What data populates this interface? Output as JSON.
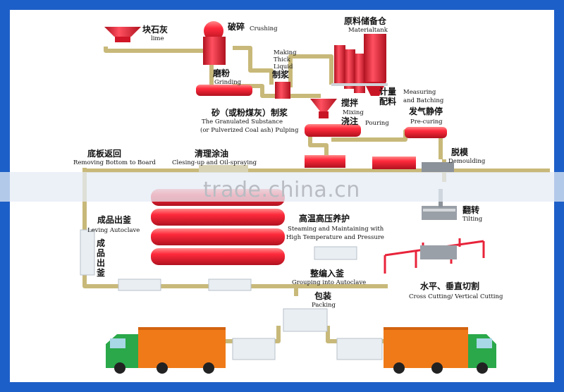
{
  "labels": {
    "lime_cn": "块石灰",
    "lime_en": "lime",
    "crushing_cn": "破碎",
    "crushing_en": "Crushing",
    "material_cn": "原料储备仓",
    "material_en": "Materialtank",
    "grinding_cn": "磨粉",
    "grinding_en": "Grinding",
    "liquid_en1": "Making",
    "liquid_en2": "Thick",
    "liquid_en3": "Liquid",
    "liquid_cn": "制浆",
    "measuring_cn1": "计量",
    "measuring_cn2": "配料",
    "measuring_en1": "Measuring",
    "measuring_en2": "and Batching",
    "sand_cn": "砂（或粉煤灰）制浆",
    "sand_en1": "The Granulated Substance",
    "sand_en2": "(or Pulverized Coal ash) Pulping",
    "mixing_cn1": "搅拌",
    "mixing_cn2": "浇注",
    "mixing_en1": "Mixing",
    "mixing_en2": "Pouring",
    "precuring_cn": "发气静停",
    "precuring_en": "Pre-curing",
    "bottom_cn": "底板返回",
    "bottom_en": "Removing Bottom to Board",
    "oil_cn": "清理涂油",
    "oil_en": "Clesing-up and Oil-spraying",
    "demould_cn": "脱模",
    "demould_en": "Demoulding",
    "autoclave_out_cn": "成品出釜",
    "autoclave_out_en": "Leving Autoclave",
    "autoclave_vertical_cn": "成品出釜",
    "tilting_cn": "翻转",
    "tilting_en": "Tilting",
    "steam_cn": "高温高压养护",
    "steam_en1": "Steaming and Maintaining with",
    "steam_en2": "High Temperature and Pressure",
    "grouping_cn": "整编入釜",
    "grouping_en": "Grouping into Autoclave",
    "cutting_cn": "水平、垂直切割",
    "cutting_en": "Cross Cutting/ Vertical Cutting",
    "packing_cn": "包装",
    "packing_en": "Packing"
  },
  "watermark": "trade.china.cn",
  "colors": {
    "frame": "#1d5fc8",
    "pipe": "#c8b97a",
    "red": "#e8233a",
    "truck_cab": "#2aa84a",
    "truck_box": "#f07a18",
    "block": "#e9eef2"
  }
}
